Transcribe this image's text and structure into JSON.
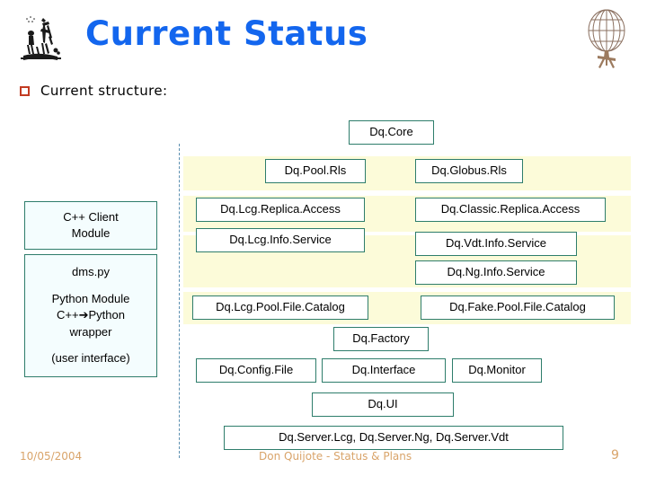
{
  "slide": {
    "title": "Current Status",
    "bullet": {
      "marker": "square-bullet-icon",
      "text": "Current structure:"
    },
    "clipart": {
      "left": "don-quixote-sketch",
      "right": "windmill-globe-sketch"
    }
  },
  "diagram": {
    "left_panel": {
      "cpp_client": {
        "line1": "C++ Client",
        "line2": "Module"
      },
      "python_module": {
        "line1": "dms.py",
        "line2": "Python Module",
        "line3a": "C++",
        "line3arrow": "➔",
        "line3b": "Python",
        "line4": "wrapper",
        "line5": "(user interface)"
      }
    },
    "boxes": {
      "dq_core": "Dq.Core",
      "dq_pool_rls": "Dq.Pool.Rls",
      "dq_globus_rls": "Dq.Globus.Rls",
      "dq_lcg_replica_access": "Dq.Lcg.Replica.Access",
      "dq_classic_replica_access": "Dq.Classic.Replica.Access",
      "dq_lcg_info_service": "Dq.Lcg.Info.Service",
      "dq_vdt_info_service": "Dq.Vdt.Info.Service",
      "dq_ng_info_service": "Dq.Ng.Info.Service",
      "dq_lcg_pool_file_catalog": "Dq.Lcg.Pool.File.Catalog",
      "dq_fake_pool_file_catalog": "Dq.Fake.Pool.File.Catalog",
      "dq_factory": "Dq.Factory",
      "dq_config_file": "Dq.Config.File",
      "dq_interface": "Dq.Interface",
      "dq_monitor": "Dq.Monitor",
      "dq_ui": "Dq.UI",
      "dq_servers": "Dq.Server.Lcg, Dq.Server.Ng, Dq.Server.Vdt"
    }
  },
  "footer": {
    "date": "10/05/2004",
    "center": "Don Quijote - Status & Plans",
    "page": "9"
  },
  "colors": {
    "title": "#1366EE",
    "band": "#FCFBD9",
    "box_border": "#2E7D6B",
    "bullet": "#C23B22",
    "footer": "#D9A46A",
    "divider": "#5B8FB0"
  }
}
